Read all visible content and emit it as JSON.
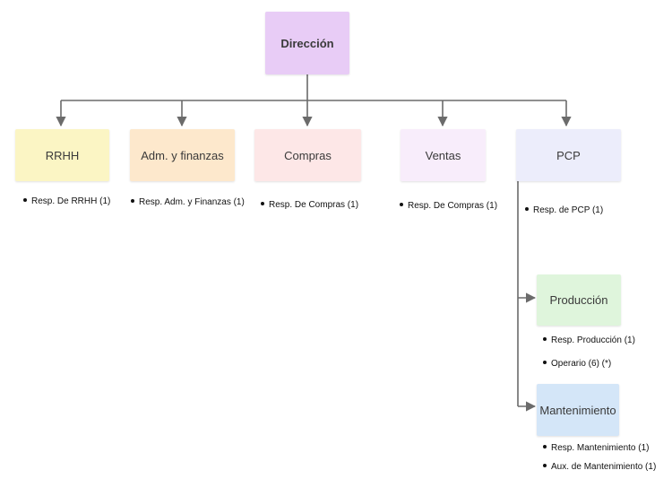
{
  "colors": {
    "connector": "#6b6b6b",
    "direccion": "#e8ccf6",
    "rrhh": "#fbf5c4",
    "adm": "#fde8cc",
    "compras": "#fde7e7",
    "ventas": "#f8edfb",
    "pcp": "#ecedfb",
    "produccion": "#dff5dc",
    "mantenimiento": "#d4e6f8"
  },
  "nodes": {
    "direccion": "Dirección",
    "rrhh": "RRHH",
    "adm": "Adm. y finanzas",
    "compras": "Compras",
    "ventas": "Ventas",
    "pcp": "PCP",
    "produccion": "Producción",
    "mantenimiento": "Mantenimiento"
  },
  "responsibles": {
    "rrhh": "Resp. De RRHH (1)",
    "adm": "Resp. Adm. y Finanzas (1)",
    "compras": "Resp. De Compras (1)",
    "ventas": "Resp. De Compras (1)",
    "pcp": "Resp. de PCP (1)",
    "produccion": [
      "Resp. Producción (1)",
      "Operario (6) (*)"
    ],
    "mantenimiento": [
      "Resp. Mantenimiento (1)",
      "Aux. de Mantenimiento (1)"
    ]
  }
}
